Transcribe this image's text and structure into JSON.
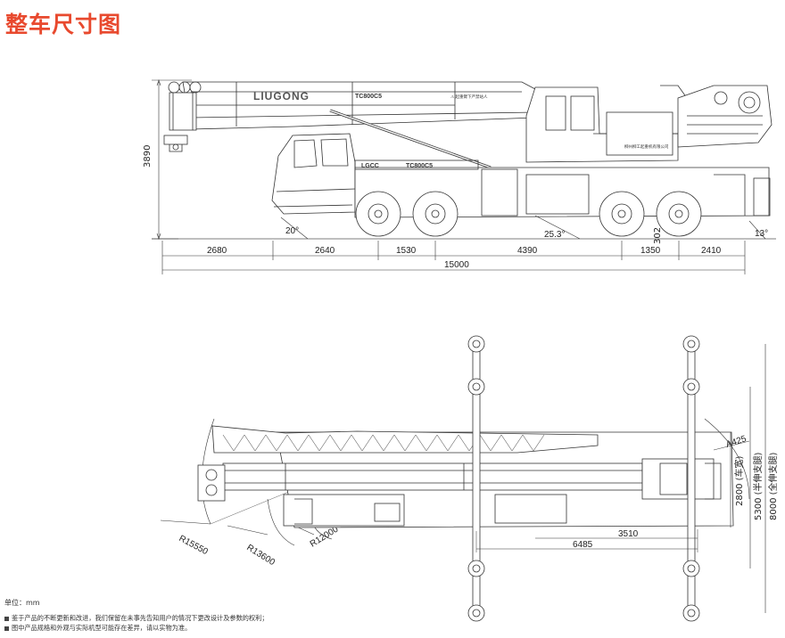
{
  "page": {
    "title": "整车尺寸图",
    "accent": "#e8492e"
  },
  "side_view": {
    "brand": "LIUGONG",
    "model": "TC800C5",
    "side_badge": "LGCC",
    "warn_text": "⚠ 起重臂下严禁站人",
    "cab_text": "柳州柳工起重机有限公司",
    "height": "3890",
    "angles": {
      "front": "20°",
      "mid": "25.3°",
      "rear": "13°",
      "rear_clear": "302"
    },
    "segments": [
      "2680",
      "2640",
      "1530",
      "4390",
      "1350",
      "2410"
    ],
    "total": "15000"
  },
  "top_view": {
    "radii": [
      "R15550",
      "R13600",
      "R12000"
    ],
    "dims": {
      "tail": "A425",
      "d3510": "3510",
      "d6485": "6485"
    },
    "widths": [
      "2800 (车宽)",
      "5300 (半伸支腿)",
      "8000 (全伸支腿)"
    ]
  },
  "footer": {
    "unit": "单位：mm",
    "notes": [
      "鉴于产品的不断更新和改进，我们保留在未事先告知用户的情况下更改设计及参数的权利；",
      "图中产品规格和外观与实际机型可能存在差异，请以实物为准。"
    ]
  }
}
